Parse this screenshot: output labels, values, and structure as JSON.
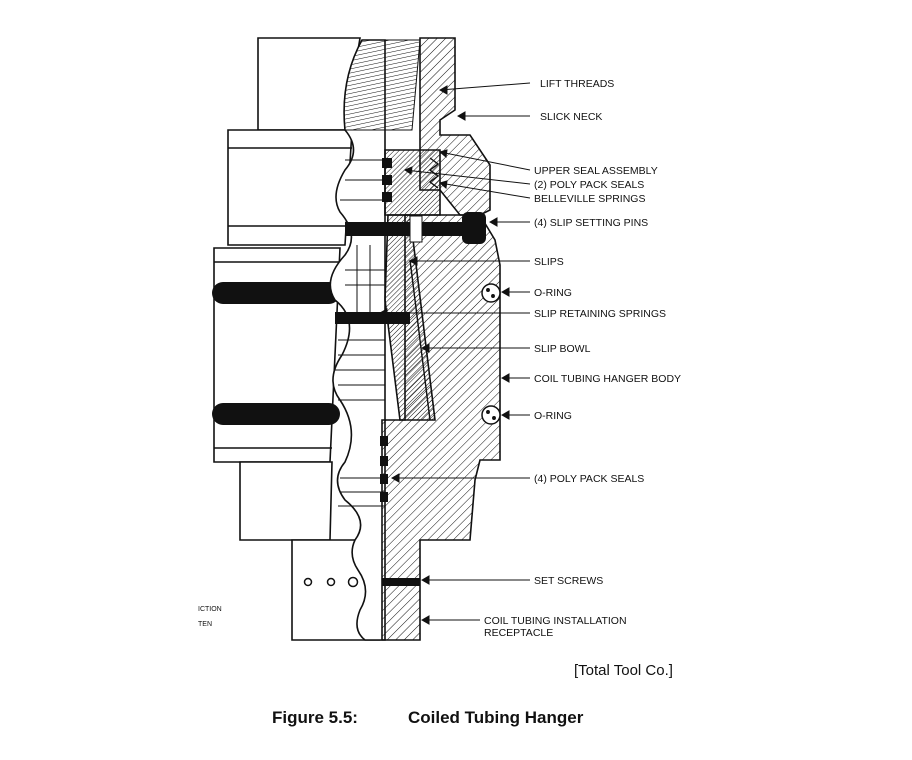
{
  "labels": {
    "lift_threads": "LIFT THREADS",
    "slick_neck": "SLICK NECK",
    "upper_seal_assembly": "UPPER SEAL ASSEMBLY",
    "poly_pack_seals_2": "(2) POLY PACK SEALS",
    "belleville_springs": "BELLEVILLE SPRINGS",
    "slip_setting_pins": "(4) SLIP SETTING PINS",
    "slips": "SLIPS",
    "o_ring_upper": "O-RING",
    "slip_retaining_springs": "SLIP RETAINING SPRINGS",
    "slip_bowl": "SLIP BOWL",
    "hanger_body": "COIL TUBING HANGER BODY",
    "o_ring_lower": "O-RING",
    "poly_pack_seals_4": "(4) POLY PACK SEALS",
    "set_screws": "SET SCREWS",
    "receptacle_line1": "COIL TUBING INSTALLATION",
    "receptacle_line2": "RECEPTACLE"
  },
  "margin_note": {
    "line1": "ICTION",
    "line2": "TEN"
  },
  "credit": "[Total Tool Co.]",
  "caption": {
    "number": "Figure 5.5:",
    "title": "Coiled Tubing Hanger"
  },
  "colors": {
    "ink": "#111111",
    "paper": "#ffffff"
  }
}
